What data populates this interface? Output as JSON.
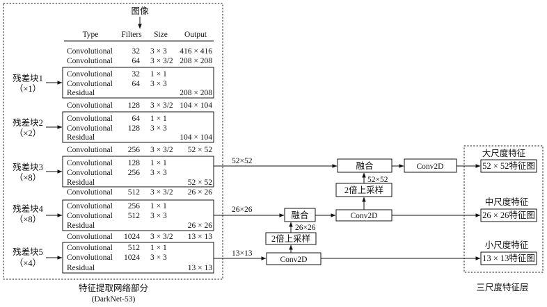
{
  "input_label": "图像",
  "table": {
    "headers": [
      "Type",
      "Filters",
      "Size",
      "Output"
    ],
    "rows": [
      [
        "Convolutional",
        "32",
        "3 × 3",
        "416 × 416"
      ],
      [
        "Convolutional",
        "64",
        "3 × 3/2",
        "208 × 208"
      ],
      [
        "Convolutional",
        "32",
        "1 × 1",
        ""
      ],
      [
        "Convolutional",
        "64",
        "3 × 3",
        ""
      ],
      [
        "Residual",
        "",
        "",
        "208 × 208"
      ],
      [
        "Convolutional",
        "128",
        "3 × 3/2",
        "104 × 104"
      ],
      [
        "Convolutional",
        "64",
        "1 × 1",
        ""
      ],
      [
        "Convolutional",
        "128",
        "3 × 3",
        ""
      ],
      [
        "Residual",
        "",
        "",
        "104 × 104"
      ],
      [
        "Convolutional",
        "256",
        "3 × 3/2",
        "52 × 52"
      ],
      [
        "Convolutional",
        "128",
        "1 × 1",
        ""
      ],
      [
        "Convolutional",
        "256",
        "3 × 3",
        ""
      ],
      [
        "Residual",
        "",
        "",
        "52 × 52"
      ],
      [
        "Convolutional",
        "512",
        "3 × 3/2",
        "26 × 26"
      ],
      [
        "Convolutional",
        "256",
        "1 × 1",
        ""
      ],
      [
        "Convolutional",
        "512",
        "3 × 3",
        ""
      ],
      [
        "Residual",
        "",
        "",
        "26 × 26"
      ],
      [
        "Convolutional",
        "1024",
        "3 × 3/2",
        "13 × 13"
      ],
      [
        "Convolutional",
        "512",
        "1 × 1",
        ""
      ],
      [
        "Convolutional",
        "1024",
        "3 × 3",
        ""
      ],
      [
        "Residual",
        "",
        "",
        "13 × 13"
      ]
    ]
  },
  "residual_blocks": [
    {
      "name": "残差块1",
      "repeat": "（×1）"
    },
    {
      "name": "残差块2",
      "repeat": "（×2）"
    },
    {
      "name": "残差块3",
      "repeat": "（×8）"
    },
    {
      "name": "残差块4",
      "repeat": "（×8）"
    },
    {
      "name": "残差块5",
      "repeat": "（×4）"
    }
  ],
  "backbone_caption": "特征提取网络部分",
  "backbone_subcaption": "(DarkNet-53)",
  "edges": {
    "out_52": "52×52",
    "out_26": "26×26",
    "out_13": "13×13",
    "up_52": "52×52",
    "up_26": "26×26"
  },
  "nodes": {
    "fuse_top": "融合",
    "conv_top": "Conv2D",
    "upsample_top": "2倍上采样",
    "fuse_mid": "融合",
    "conv_mid": "Conv2D",
    "upsample_mid": "2倍上采样",
    "conv_bot": "Conv2D"
  },
  "outputs": {
    "large_title": "大尺度特征",
    "large_box": "52 × 52特征图",
    "medium_title": "中尺度特征",
    "medium_box": "26 × 26特征图",
    "small_title": "小尺度特征",
    "small_box": "13 × 13特征图",
    "caption": "三尺度特征层"
  }
}
